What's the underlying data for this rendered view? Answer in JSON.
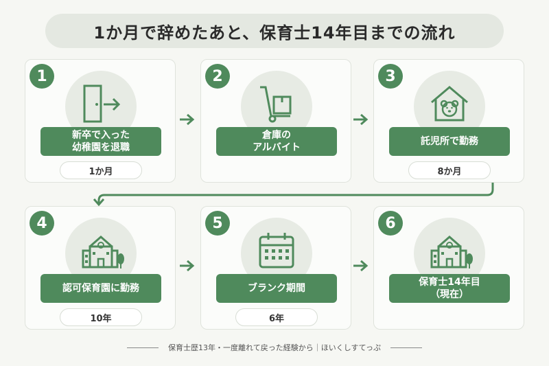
{
  "title": "1か月で辞めたあと、保育士14年目までの流れ",
  "steps": [
    {
      "number": "1",
      "label_line1": "新卒で入った",
      "label_line2": "幼稚園を退職",
      "duration": "1か月",
      "icon": "door-exit-icon"
    },
    {
      "number": "2",
      "label_line1": "倉庫の",
      "label_line2": "アルバイト",
      "duration": "",
      "icon": "hand-truck-box-icon"
    },
    {
      "number": "3",
      "label_line1": "託児所で勤務",
      "label_line2": "",
      "duration": "8か月",
      "icon": "house-bear-icon"
    },
    {
      "number": "4",
      "label_line1": "認可保育園に勤務",
      "label_line2": "",
      "duration": "10年",
      "icon": "school-building-icon"
    },
    {
      "number": "5",
      "label_line1": "ブランク期間",
      "label_line2": "",
      "duration": "6年",
      "icon": "calendar-icon"
    },
    {
      "number": "6",
      "label_line1": "保育士14年目",
      "label_line2": "（現在）",
      "duration": "",
      "icon": "school-building-icon"
    }
  ],
  "footer": "保育士歴13年・一度離れて戻った経験から｜ほいくしすてっぷ",
  "colors": {
    "accent": "#4f8a5c",
    "background": "#f6f7f3",
    "icon_bg": "#e7ebe4"
  }
}
